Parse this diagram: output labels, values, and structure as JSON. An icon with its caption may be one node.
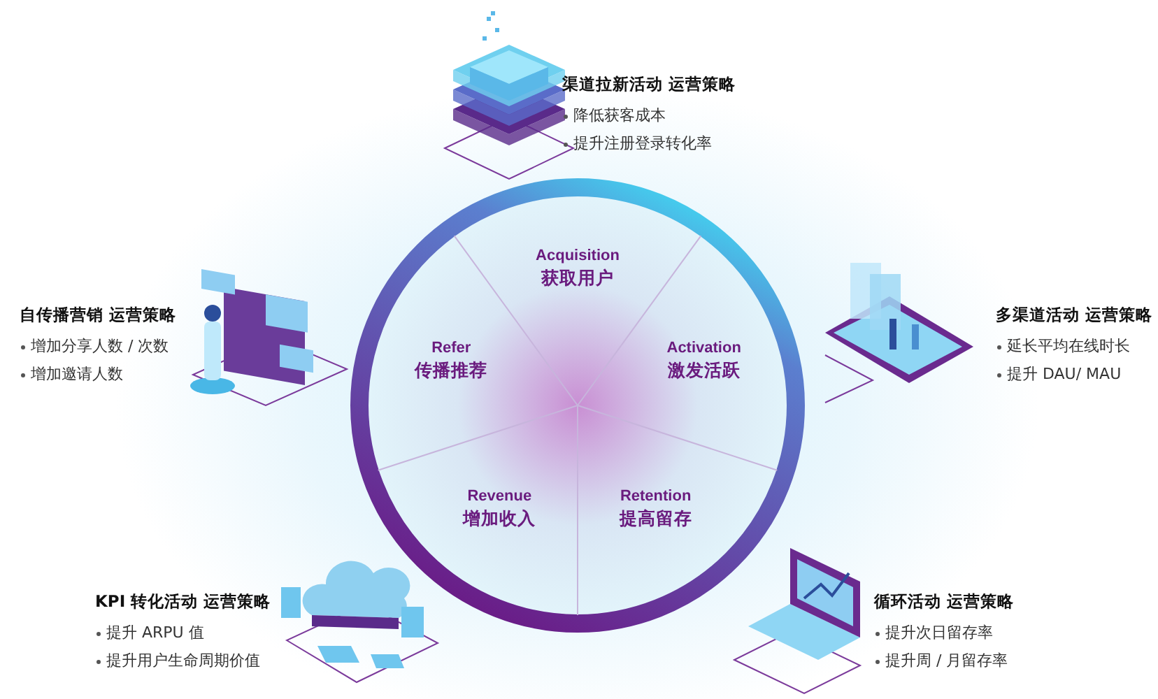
{
  "diagram": {
    "nodes": [
      {
        "text": [],
        "shape": "circle"
      },
      {
        "text": [
          "Acquisition",
          "获取用户"
        ],
        "in": 0
      },
      {
        "text": [
          "Activation",
          "激发活跃"
        ],
        "in": 0
      },
      {
        "text": [
          "Retention",
          "提高留存"
        ],
        "in": 0
      },
      {
        "text": [
          "Revenue",
          "增加收入"
        ],
        "in": 0
      },
      {
        "text": [
          "Refer",
          "传播推荐"
        ],
        "in": 0
      }
    ],
    "edges": [],
    "labels": [
      "渠道拉新活动 运营策略",
      "降低获客成本",
      "提升注册登录转化率",
      "自传播营销 运营策略",
      "增加分享人数 / 次数",
      "增加邀请人数",
      "多渠道活动 运营策略",
      "延长平均在线时长",
      "提升 DAU/ MAU",
      "KPI 转化活动 运营策略",
      "提升 ARPU 值",
      "提升用户生命周期价值",
      "循环活动 运营策略",
      "提升次日留存率",
      "提升周 / 月留存率"
    ]
  }
}
